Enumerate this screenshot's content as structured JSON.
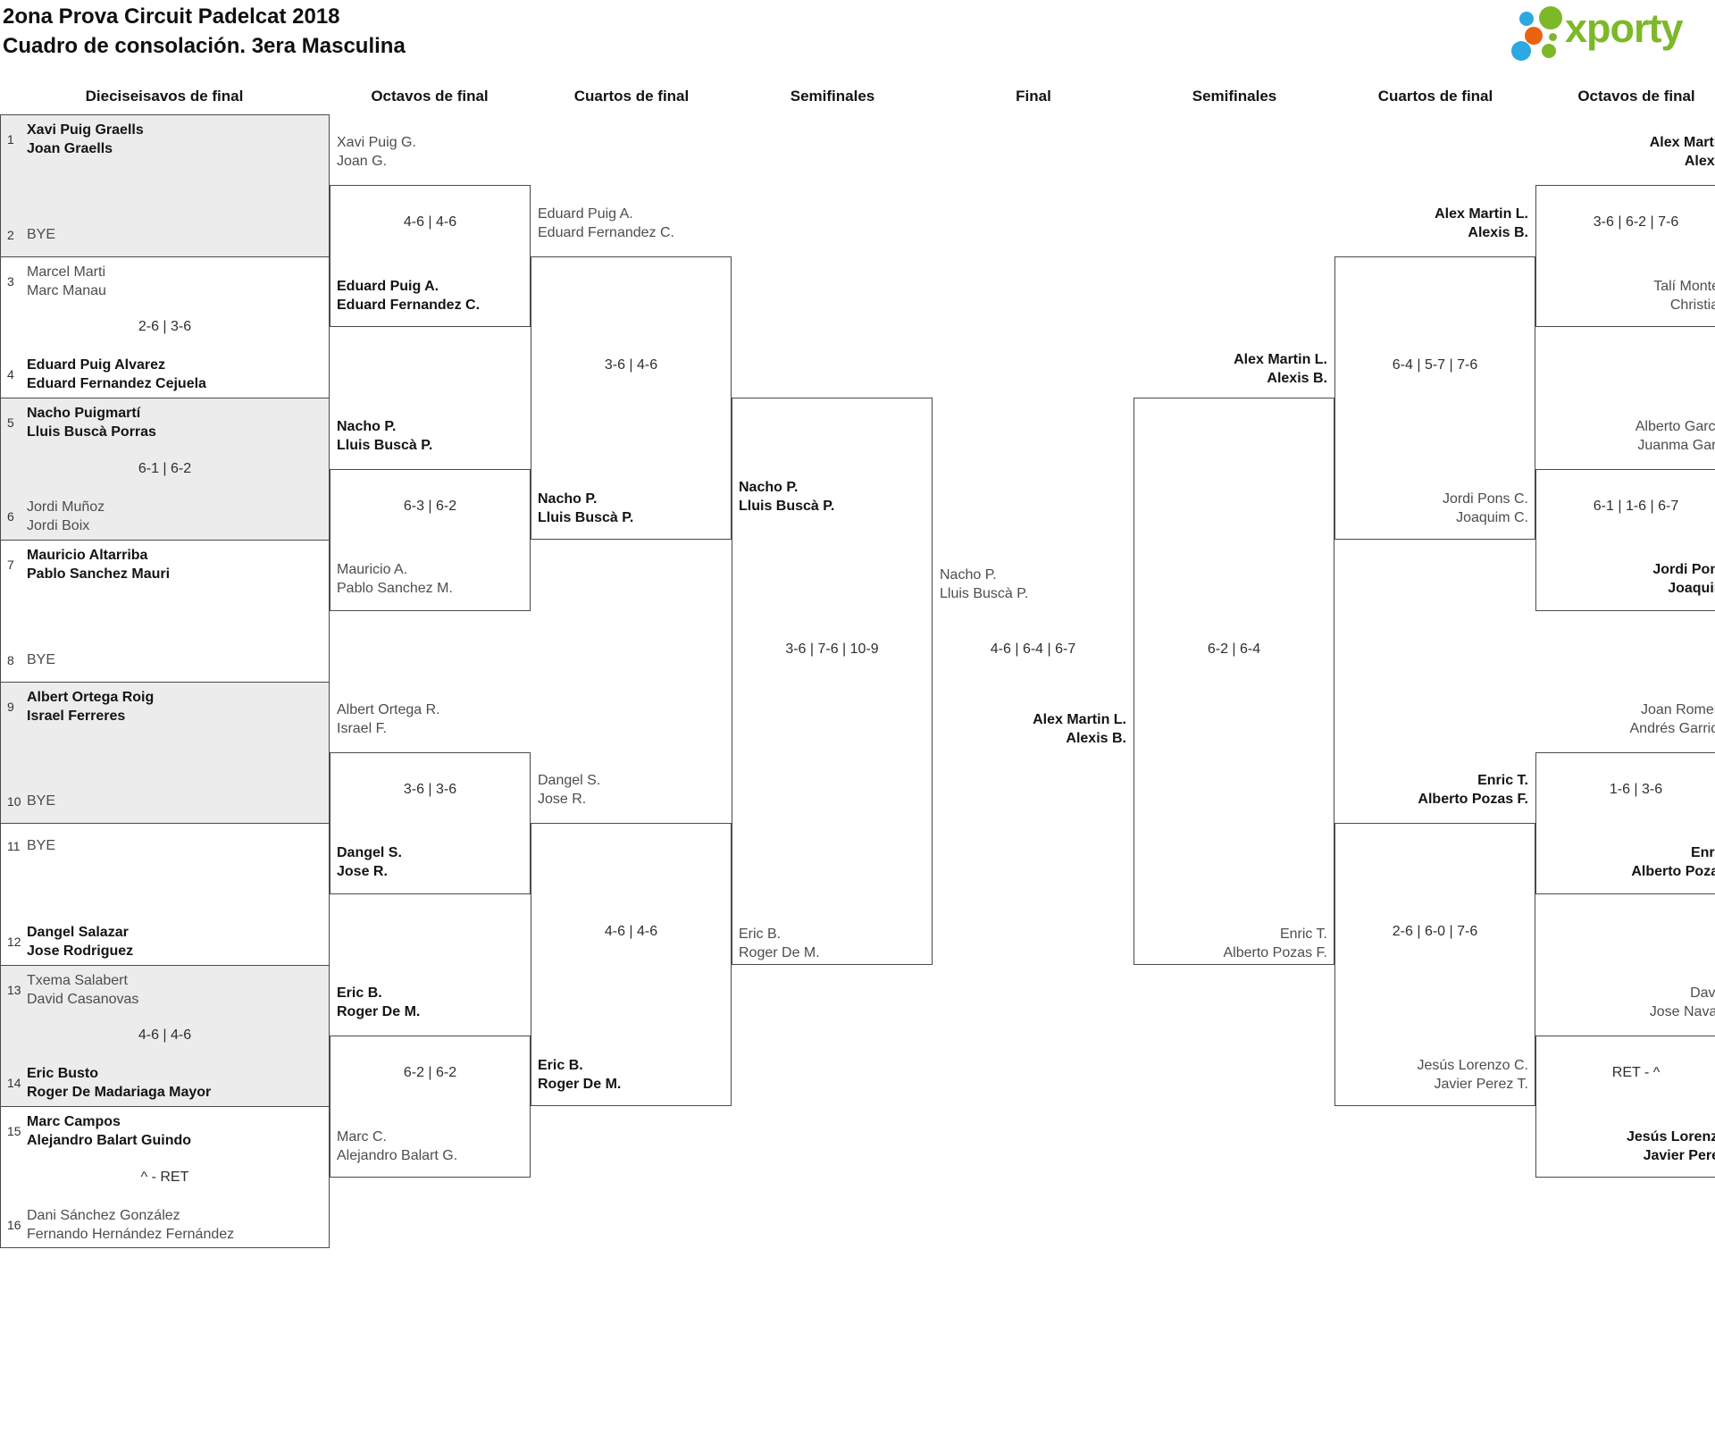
{
  "title": {
    "line1": "2ona Prova Circuit Padelcat 2018",
    "line2": "Cuadro de consolación. 3era Masculina"
  },
  "logo": {
    "wordmark": "xporty",
    "wordmark_color": "#7db829",
    "dot_colors": {
      "blue": "#2ba9e0",
      "green": "#7db829",
      "orange": "#ea6313"
    }
  },
  "round_headers": [
    "Dieciseisavos de final",
    "Octavos de final",
    "Cuartos de final",
    "Semifinales",
    "Final",
    "Semifinales",
    "Cuartos de final",
    "Octavos de final"
  ],
  "colors": {
    "winner_text": "#141414",
    "loser_text": "#4d4d4d",
    "border": "#4a4a4a",
    "seeded_cell_bg": "#ececec"
  },
  "r32_entries": [
    {
      "seed": "1",
      "lines": [
        "Xavi Puig Graells",
        "Joan Graells"
      ],
      "winner": true
    },
    {
      "seed": "2",
      "lines": [
        "BYE"
      ],
      "winner": false
    },
    {
      "seed": "3",
      "lines": [
        "Marcel Marti",
        "Marc Manau"
      ],
      "winner": false
    },
    {
      "seed": "4",
      "lines": [
        "Eduard Puig Alvarez",
        "Eduard Fernandez Cejuela"
      ],
      "winner": true
    },
    {
      "seed": "5",
      "lines": [
        "Nacho Puigmartí",
        "Lluis Buscà Porras"
      ],
      "winner": true
    },
    {
      "seed": "6",
      "lines": [
        "Jordi Muñoz",
        "Jordi Boix"
      ],
      "winner": false
    },
    {
      "seed": "7",
      "lines": [
        "Mauricio Altarriba",
        "Pablo Sanchez Mauri"
      ],
      "winner": true
    },
    {
      "seed": "8",
      "lines": [
        "BYE"
      ],
      "winner": false
    },
    {
      "seed": "9",
      "lines": [
        "Albert Ortega Roig",
        "Israel Ferreres"
      ],
      "winner": true
    },
    {
      "seed": "10",
      "lines": [
        "BYE"
      ],
      "winner": false
    },
    {
      "seed": "11",
      "lines": [
        "BYE"
      ],
      "winner": false
    },
    {
      "seed": "12",
      "lines": [
        "Dangel Salazar",
        "Jose Rodriguez"
      ],
      "winner": true
    },
    {
      "seed": "13",
      "lines": [
        "Txema Salabert",
        "David Casanovas"
      ],
      "winner": false
    },
    {
      "seed": "14",
      "lines": [
        "Eric Busto",
        "Roger De Madariaga Mayor"
      ],
      "winner": true
    },
    {
      "seed": "15",
      "lines": [
        "Marc Campos",
        "Alejandro Balart Guindo"
      ],
      "winner": true
    },
    {
      "seed": "16",
      "lines": [
        "Dani Sánchez González",
        "Fernando Hernández Fernández"
      ],
      "winner": false
    }
  ],
  "r32_scores": [
    "",
    "2-6 | 3-6",
    "6-1 | 6-2",
    "",
    "",
    "",
    "4-6 | 4-6",
    "^ - RET"
  ],
  "octavos_left": [
    {
      "top": {
        "lines": [
          "Xavi Puig G.",
          "Joan G."
        ],
        "winner": false
      },
      "score": "4-6 | 4-6",
      "bottom": {
        "lines": [
          "Eduard Puig A.",
          "Eduard Fernandez C."
        ],
        "winner": true
      }
    },
    {
      "top": {
        "lines": [
          "Nacho P.",
          "Lluis Buscà P."
        ],
        "winner": true
      },
      "score": "6-3 | 6-2",
      "bottom": {
        "lines": [
          "Mauricio A.",
          "Pablo Sanchez M."
        ],
        "winner": false
      }
    },
    {
      "top": {
        "lines": [
          "Albert Ortega R.",
          "Israel F."
        ],
        "winner": false
      },
      "score": "3-6 | 3-6",
      "bottom": {
        "lines": [
          "Dangel S.",
          "Jose R."
        ],
        "winner": true
      }
    },
    {
      "top": {
        "lines": [
          "Eric B.",
          "Roger De M."
        ],
        "winner": true
      },
      "score": "6-2 | 6-2",
      "bottom": {
        "lines": [
          "Marc C.",
          "Alejandro Balart G."
        ],
        "winner": false
      }
    }
  ],
  "cuartos_left": [
    {
      "top": {
        "lines": [
          "Eduard Puig A.",
          "Eduard Fernandez C."
        ],
        "winner": false
      },
      "score": "3-6 | 4-6",
      "bottom": {
        "lines": [
          "Nacho P.",
          "Lluis Buscà P."
        ],
        "winner": true
      }
    },
    {
      "top": {
        "lines": [
          "Dangel S.",
          "Jose R."
        ],
        "winner": false
      },
      "score": "4-6 | 4-6",
      "bottom": {
        "lines": [
          "Eric B.",
          "Roger De M."
        ],
        "winner": true
      }
    }
  ],
  "semifinal_left": {
    "top": {
      "lines": [
        "Nacho P.",
        "Lluis Buscà P."
      ],
      "winner": true
    },
    "score": "3-6 | 7-6 | 10-9",
    "bottom": {
      "lines": [
        "Eric B.",
        "Roger De M."
      ],
      "winner": false
    }
  },
  "final": {
    "left": {
      "lines": [
        "Nacho P.",
        "Lluis Buscà P."
      ],
      "winner": false
    },
    "score": "4-6 | 6-4 | 6-7",
    "right": {
      "lines": [
        "Alex Martin L.",
        "Alexis B."
      ],
      "winner": true
    }
  },
  "semifinal_right": {
    "top": {
      "lines": [
        "Alex Martin L.",
        "Alexis B."
      ],
      "winner": true
    },
    "score": "6-2 | 6-4",
    "bottom": {
      "lines": [
        "Enric T.",
        "Alberto Pozas F."
      ],
      "winner": false
    }
  },
  "cuartos_right": [
    {
      "top": {
        "lines": [
          "Alex Martin L.",
          "Alexis B."
        ],
        "winner": true
      },
      "score": "6-4 | 5-7 | 7-6",
      "bottom": {
        "lines": [
          "Jordi Pons C.",
          "Joaquim C."
        ],
        "winner": false
      }
    },
    {
      "top": {
        "lines": [
          "Enric T.",
          "Alberto Pozas F."
        ],
        "winner": true
      },
      "score": "2-6 | 6-0 | 7-6",
      "bottom": {
        "lines": [
          "Jesús Lorenzo C.",
          "Javier Perez T."
        ],
        "winner": false
      }
    }
  ],
  "octavos_right": [
    {
      "top": {
        "lines": [
          "Alex Martin",
          "Alexis"
        ],
        "winner": true
      },
      "score": "3-6 | 6-2 | 7-6",
      "bottom": {
        "lines": [
          "Talí Montes",
          "Christian"
        ],
        "winner": false
      }
    },
    {
      "top": {
        "lines": [
          "Alberto Garcia",
          "Juanma Garci"
        ],
        "winner": false
      },
      "score": "6-1 | 1-6 | 6-7",
      "bottom": {
        "lines": [
          "Jordi Pons",
          "Joaquim"
        ],
        "winner": true
      }
    },
    {
      "top": {
        "lines": [
          "Joan Romero",
          "Andrés Garrido"
        ],
        "winner": false
      },
      "score": "1-6 | 3-6",
      "bottom": {
        "lines": [
          "Enric",
          "Alberto Pozas"
        ],
        "winner": true
      }
    },
    {
      "top": {
        "lines": [
          "David",
          "Jose Navarr"
        ],
        "winner": false
      },
      "score": "RET - ^",
      "bottom": {
        "lines": [
          "Jesús Lorenzo",
          "Javier Perez"
        ],
        "winner": true
      }
    }
  ]
}
